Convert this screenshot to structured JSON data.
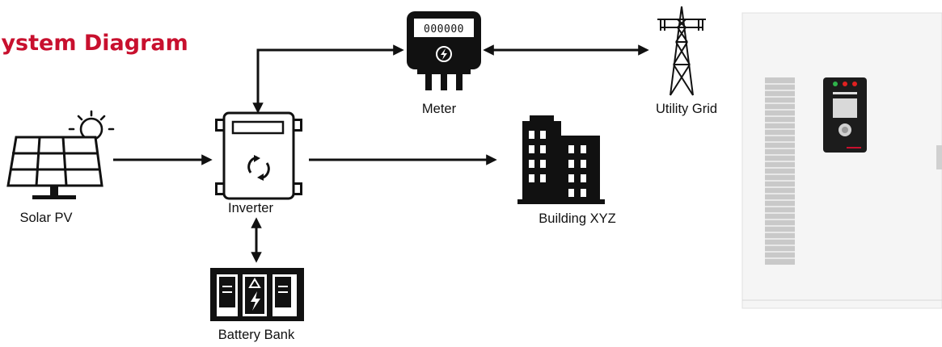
{
  "title": "System Diagram",
  "nodes": {
    "solar": "Solar PV",
    "inverter": "Inverter",
    "battery": "Battery Bank",
    "meter": "Meter",
    "meter_reading": "000000",
    "grid": "Utility Grid",
    "building": "Building XYZ"
  },
  "colors": {
    "accent": "#c8102e",
    "ink": "#111111",
    "cabinet": "#f4f4f4"
  }
}
